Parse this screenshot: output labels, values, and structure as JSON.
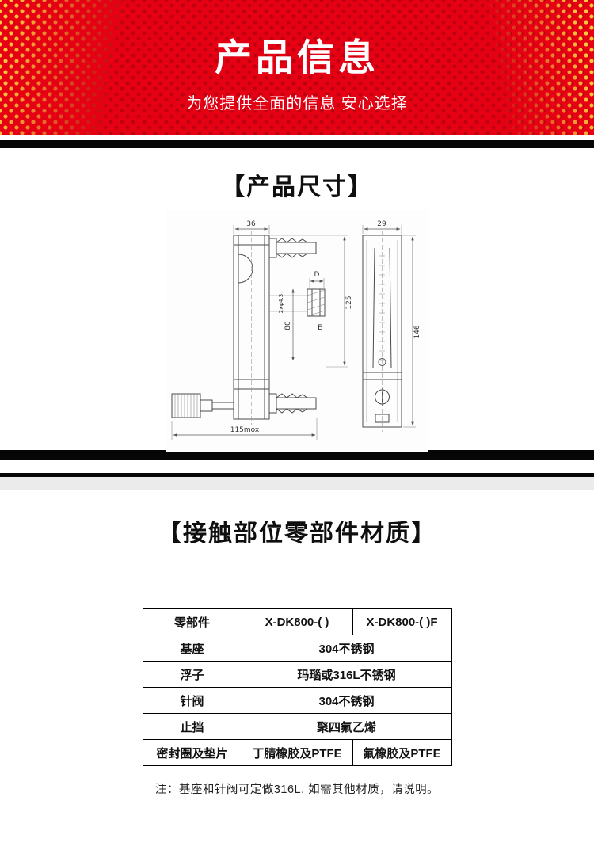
{
  "header": {
    "title": "产品信息",
    "subtitle": "为您提供全面的信息 安心选择"
  },
  "sections": {
    "dimensions": {
      "title": "【产品尺寸】",
      "drawing_labels": {
        "width_left": "36",
        "width_right": "29",
        "dim_d": "D",
        "holes": "2xφ4.3",
        "dim_80": "80",
        "dim_e": "E",
        "height_left": "125",
        "height_right": "146",
        "total_width": "115mox"
      }
    },
    "materials": {
      "title": "【接触部位零部件材质】",
      "table": {
        "header": [
          "零部件",
          "X-DK800-( )",
          "X-DK800-( )F"
        ],
        "rows": [
          {
            "part": "基座",
            "values": [
              "304不锈钢"
            ]
          },
          {
            "part": "浮子",
            "values": [
              "玛瑙或316L不锈钢"
            ]
          },
          {
            "part": "针阀",
            "values": [
              "304不锈钢"
            ]
          },
          {
            "part": "止挡",
            "values": [
              "聚四氟乙烯"
            ]
          },
          {
            "part": "密封圈及垫片",
            "values": [
              "丁腈橡胶及PTFE",
              "氟橡胶及PTFE"
            ]
          }
        ]
      },
      "note": "注：基座和针阀可定做316L. 如需其他材质，请说明。"
    }
  },
  "colors": {
    "banner_red": "#e50113",
    "accent_yellow": "#ffc83d",
    "divider_black": "#060606",
    "page_gray": "#ebebeb"
  }
}
